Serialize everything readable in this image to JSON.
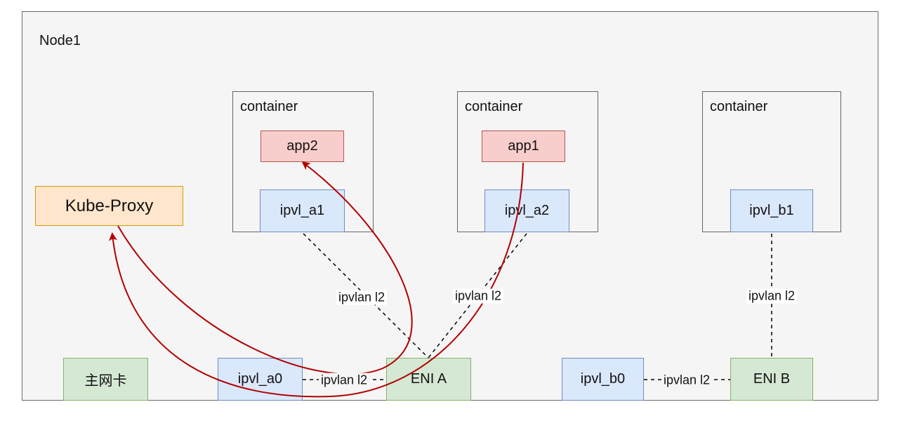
{
  "node": {
    "label": "Node1"
  },
  "containers": [
    {
      "label": "container"
    },
    {
      "label": "container"
    },
    {
      "label": "container"
    }
  ],
  "nodes": {
    "app2": "app2",
    "app1": "app1",
    "ipvl_a1": "ipvl_a1",
    "ipvl_a2": "ipvl_a2",
    "ipvl_b1": "ipvl_b1",
    "kube_proxy": "Kube-Proxy",
    "main_nic": "主网卡",
    "ipvl_a0": "ipvl_a0",
    "eni_a": "ENI A",
    "ipvl_b0": "ipvl_b0",
    "eni_b": "ENI B"
  },
  "edge_labels": {
    "a1_eni": "ipvlan l2",
    "a2_eni": "ipvlan l2",
    "b1_enib": "ipvlan l2",
    "a0_eni": "ipvlan l2",
    "b0_enib": "ipvlan l2"
  },
  "colors": {
    "flow_arrow": "#b20000",
    "dashed_link": "#000000"
  }
}
